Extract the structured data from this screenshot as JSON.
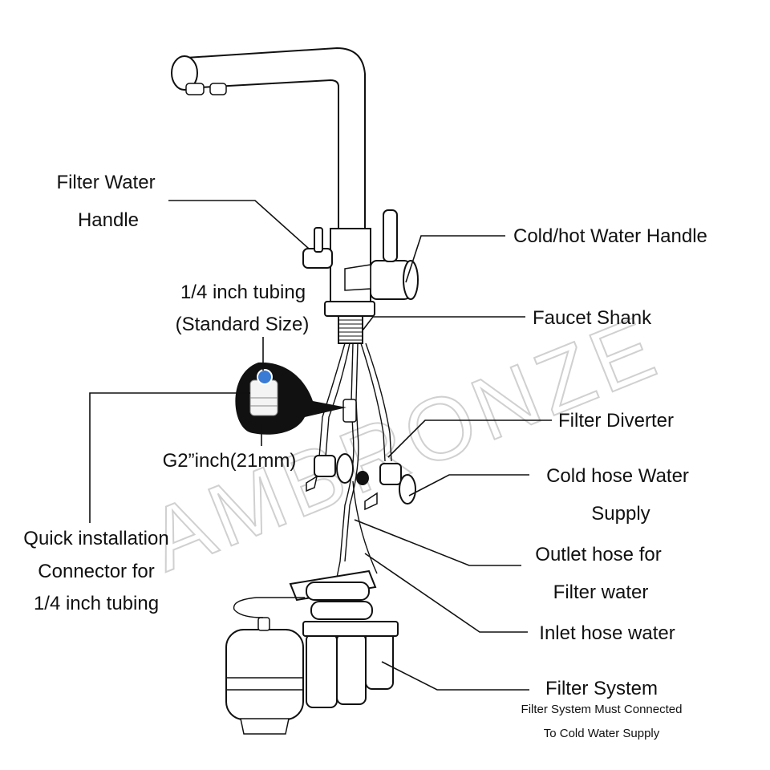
{
  "watermark": "AMBRONZE",
  "labels": {
    "filter_water_handle_1": "Filter Water",
    "filter_water_handle_2": "Handle",
    "tubing_1": "1/4 inch tubing",
    "tubing_2": "(Standard Size)",
    "thread_size": "G2”inch(21mm)",
    "quick_connector_1": "Quick installation",
    "quick_connector_2": "Connector for",
    "quick_connector_3": "1/4 inch tubing",
    "cold_hot_handle": "Cold/hot Water Handle",
    "faucet_shank": "Faucet Shank",
    "filter_diverter": "Filter Diverter",
    "cold_hose_1": "Cold hose Water",
    "cold_hose_2": "Supply",
    "outlet_hose_1": "Outlet hose for",
    "outlet_hose_2": "Filter water",
    "inlet_hose": "Inlet hose water",
    "filter_system": "Filter System",
    "filter_note_1": "Filter System Must Connected",
    "filter_note_2": "To Cold Water Supply"
  },
  "colors": {
    "line": "#111111",
    "connector_accent": "#3a7bd5",
    "watermark": "#d0d0d0"
  }
}
